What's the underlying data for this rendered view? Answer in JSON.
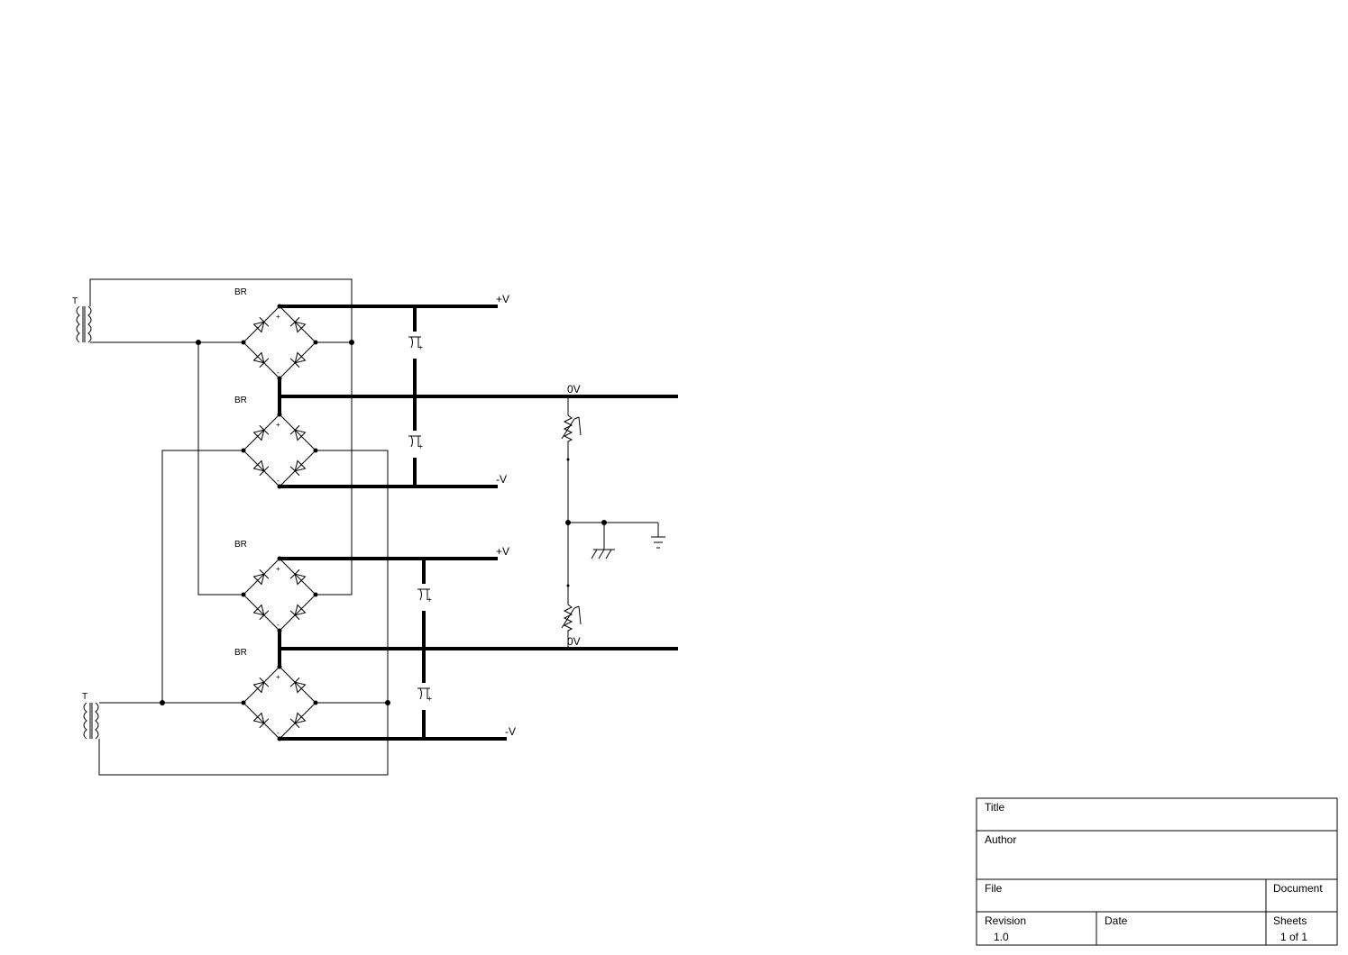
{
  "components": {
    "transformer_label": "T",
    "bridge_label": "BR"
  },
  "nets": {
    "pos": "+V",
    "neg": "-V",
    "zero": "0V"
  },
  "title_block": {
    "title_label": "Title",
    "author_label": "Author",
    "file_label": "File",
    "document_label": "Document",
    "revision_label": "Revision",
    "revision_value": "1.0",
    "date_label": "Date",
    "sheets_label": "Sheets",
    "sheets_value": "1 of 1"
  }
}
